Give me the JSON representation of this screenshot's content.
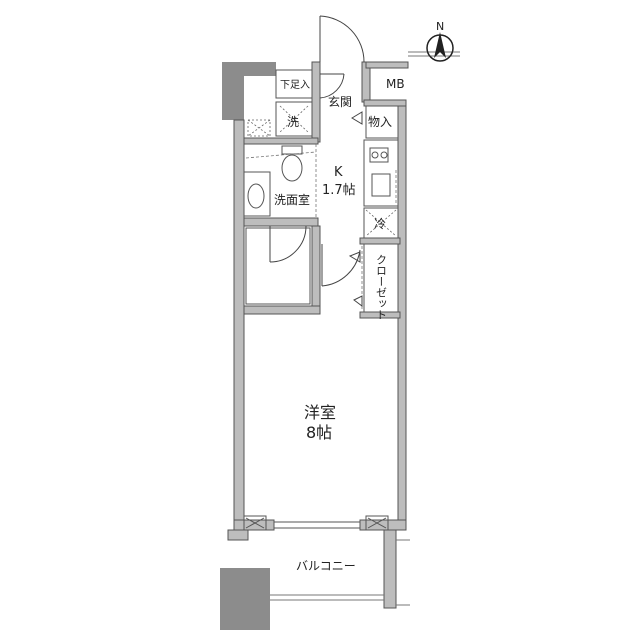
{
  "compass": {
    "letter": "N"
  },
  "rooms": {
    "genkan": "玄関",
    "shitasokuire": "下足入",
    "mb": "MB",
    "monoire": "物入",
    "sentaku": "洗",
    "kitchen_name": "K",
    "kitchen_size": "1.7帖",
    "senmen": "洗面室",
    "rei": "冷",
    "closet": "クローゼット",
    "yoshitsu_name": "洋室",
    "yoshitsu_size": "8帖",
    "balcony": "バルコニー"
  }
}
